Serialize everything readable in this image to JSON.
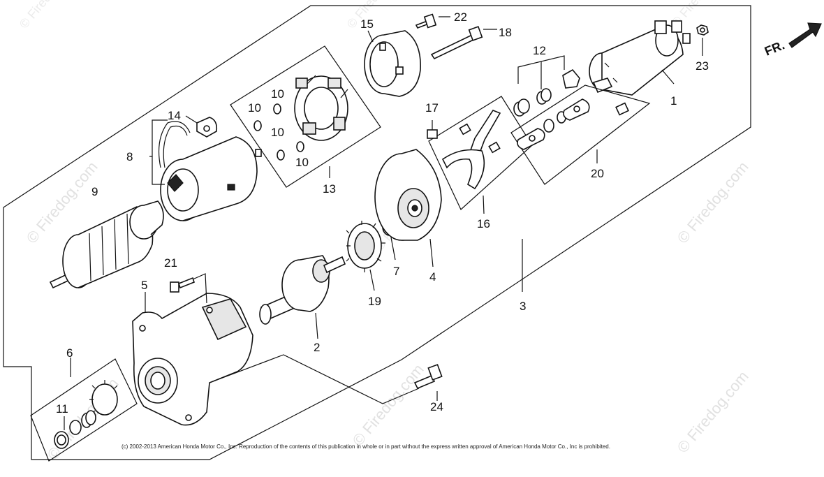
{
  "diagram": {
    "direction_label": "FR.",
    "copyright": "(c) 2002-2013 American Honda Motor Co., Inc. Reproduction of the contents of this publication in whole or in part without the express written approval of American Honda Motor Co., Inc is prohibited.",
    "watermarks": {
      "large": "© Firedog.com",
      "small": "© Firedog.com"
    },
    "callouts": {
      "c1": "1",
      "c2": "2",
      "c3": "3",
      "c4": "4",
      "c5": "5",
      "c6": "6",
      "c7": "7",
      "c8": "8",
      "c9": "9",
      "c10a": "10",
      "c10b": "10",
      "c10c": "10",
      "c10d": "10",
      "c11": "11",
      "c12": "12",
      "c13": "13",
      "c14": "14",
      "c15": "15",
      "c16": "16",
      "c17": "17",
      "c18": "18",
      "c19": "19",
      "c20": "20",
      "c21": "21",
      "c22": "22",
      "c23": "23",
      "c24": "24"
    }
  }
}
